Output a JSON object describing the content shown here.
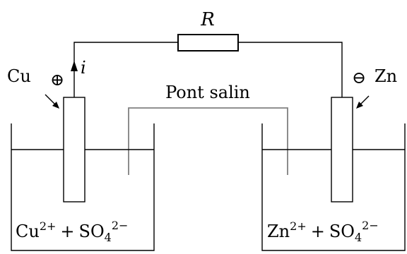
{
  "resistor": {
    "label": "R"
  },
  "current": {
    "label": "i"
  },
  "bridge": {
    "label": "Pont salin"
  },
  "left_cell": {
    "electrode": "Cu",
    "sign": "⊕",
    "solution": {
      "ion1": "Cu",
      "ion1_charge": "2+",
      "plus": "+",
      "ion2": "SO",
      "ion2_sub": "4",
      "ion2_charge": "2−"
    }
  },
  "right_cell": {
    "electrode": "Zn",
    "sign": "⊖",
    "solution": {
      "ion1": "Zn",
      "ion1_charge": "2+",
      "plus": "+",
      "ion2": "SO",
      "ion2_sub": "4",
      "ion2_charge": "2−"
    }
  },
  "colors": {
    "lines": "#000000",
    "bridge": "#808080"
  }
}
